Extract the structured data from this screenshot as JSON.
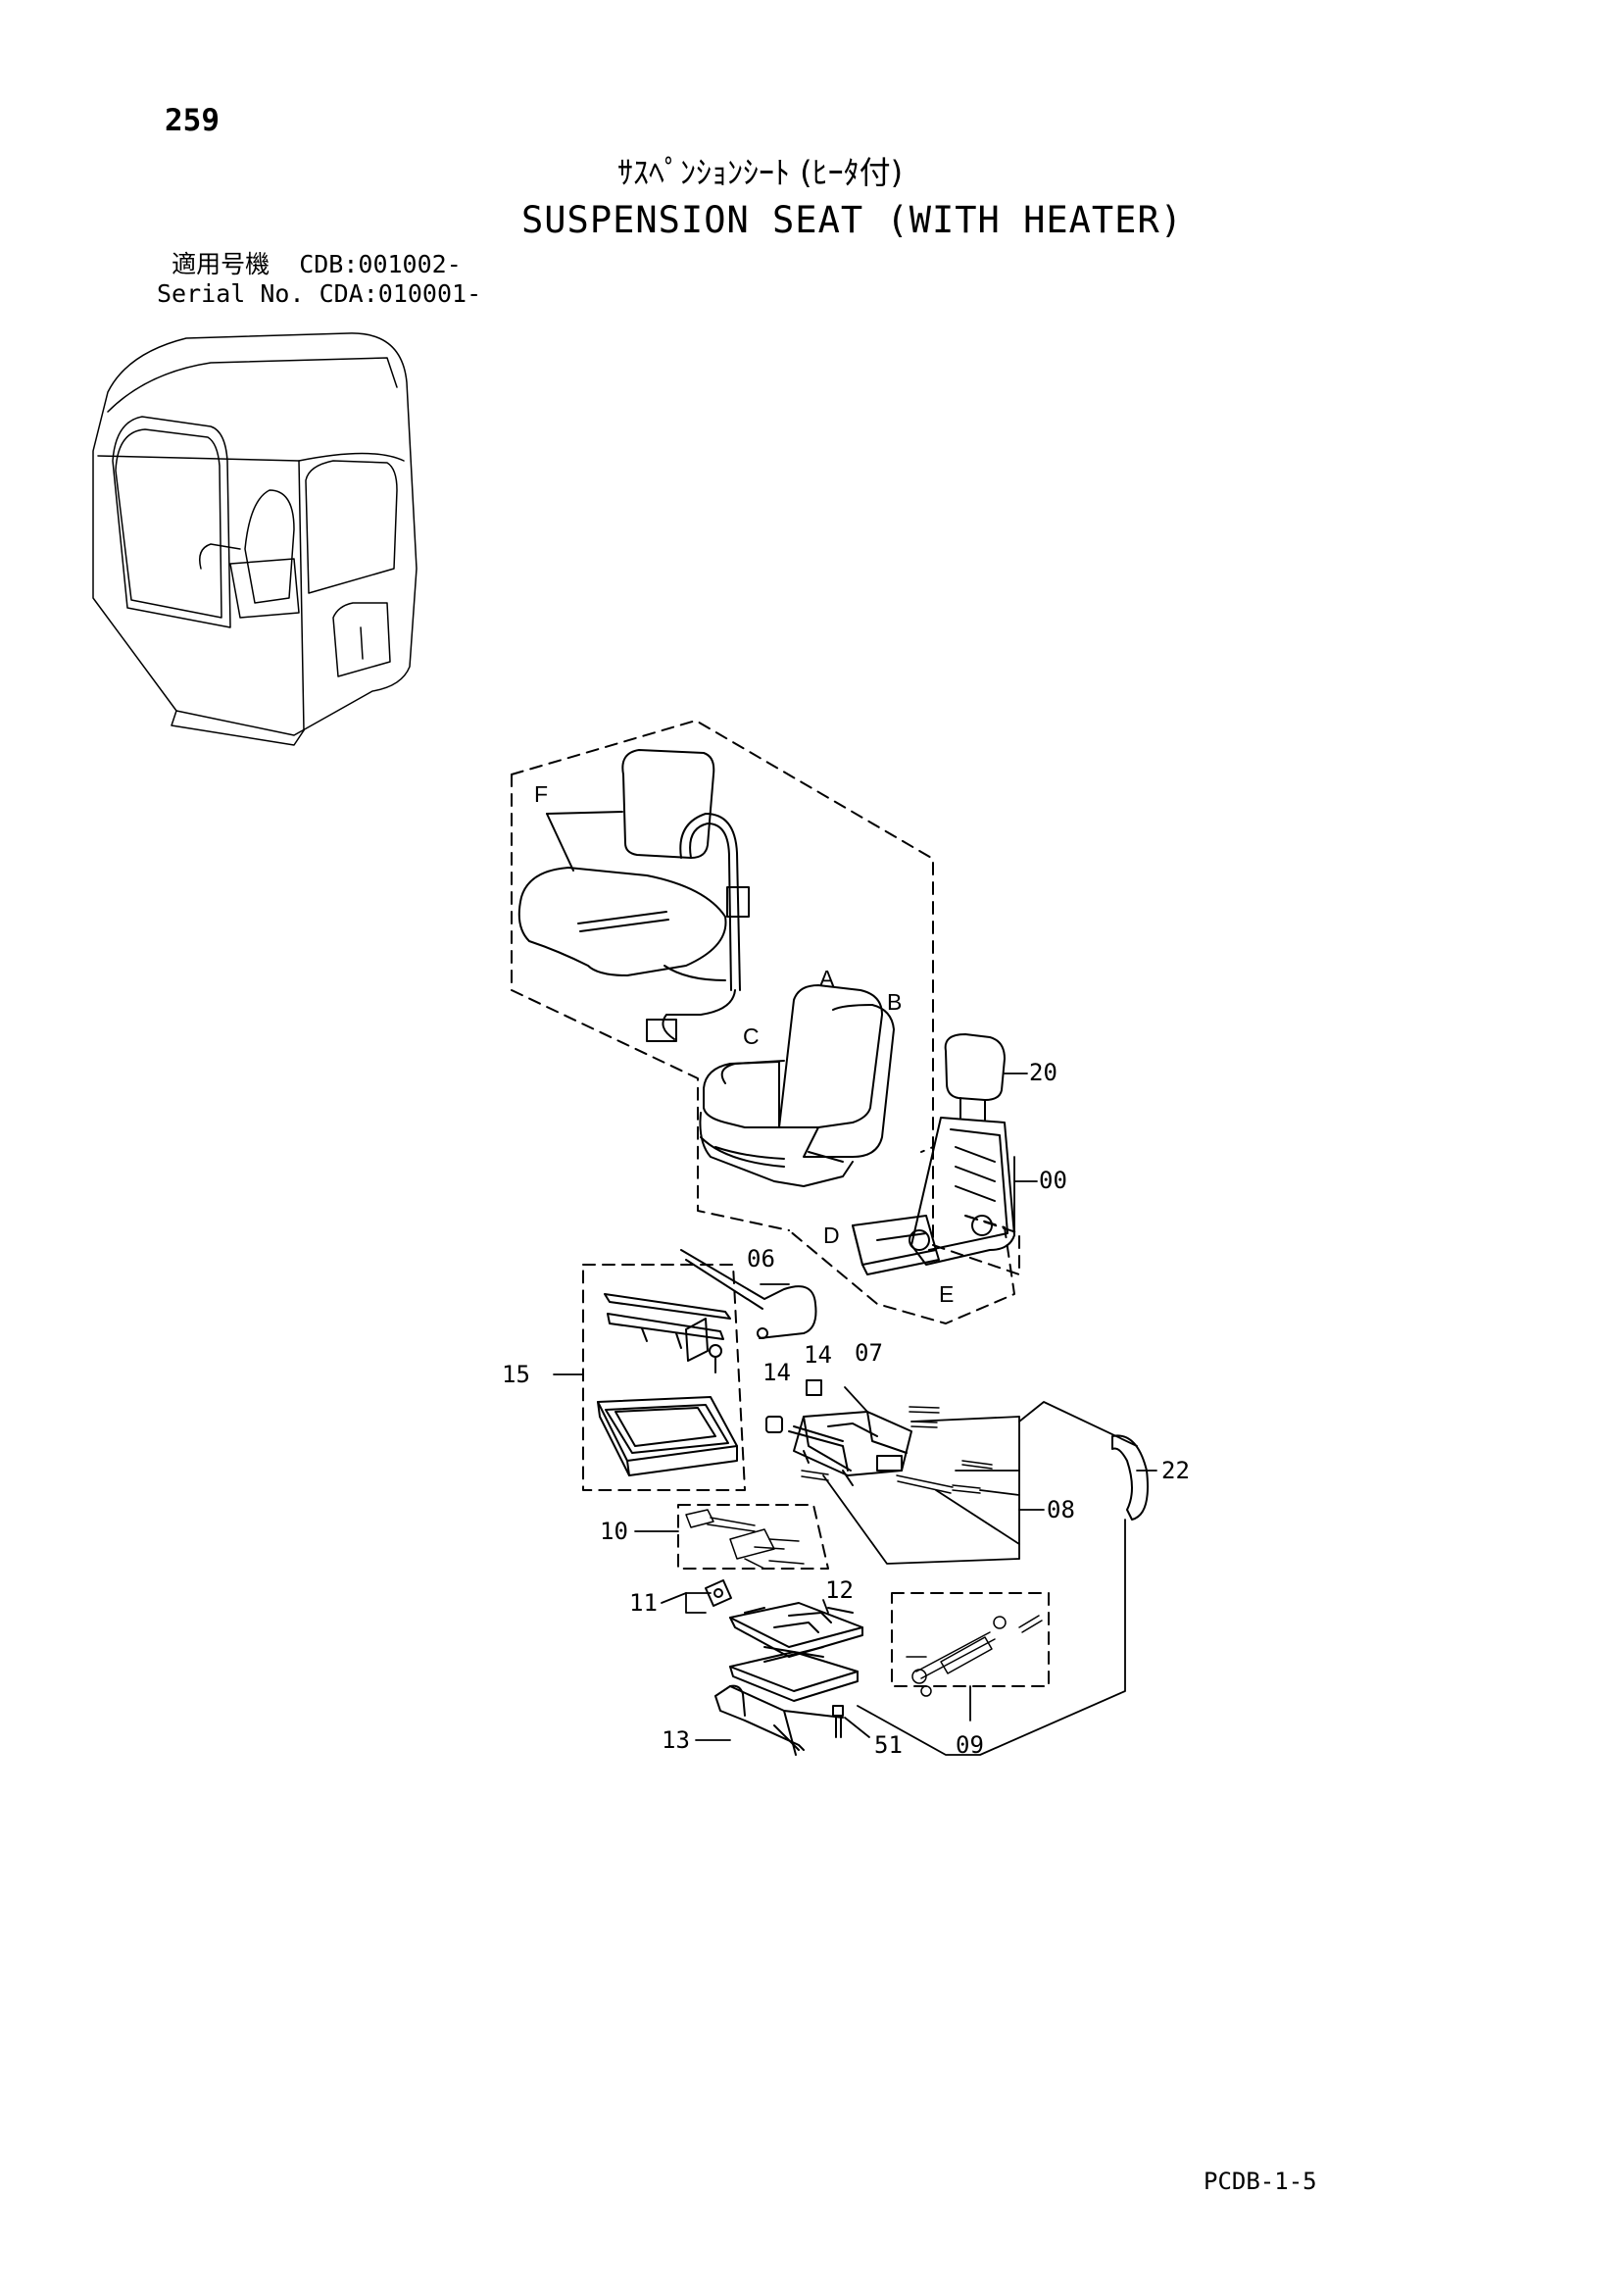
{
  "header": {
    "page_number": "259",
    "title_jp": "ｻｽﾍﾟﾝｼｮﾝｼｰﾄ (ﾋｰﾀ付)",
    "title_en": "SUSPENSION SEAT (WITH HEATER)",
    "applicable_model_label": "適用号機",
    "applicable_model_value": "CDB:001002-",
    "serial_label": "Serial No.",
    "serial_value": "CDA:010001-"
  },
  "diagram": {
    "callouts": {
      "F": "F",
      "A": "A",
      "B": "B",
      "C": "C",
      "D": "D",
      "E": "E",
      "p20": "20",
      "p00": "00",
      "p06": "06",
      "p14a": "14",
      "p14b": "14",
      "p07": "07",
      "p15": "15",
      "p22": "22",
      "p08": "08",
      "p10": "10",
      "p11": "11",
      "p12": "12",
      "p13": "13",
      "p51": "51",
      "p09": "09"
    }
  },
  "footer": {
    "page_code": "PCDB-1-5"
  }
}
